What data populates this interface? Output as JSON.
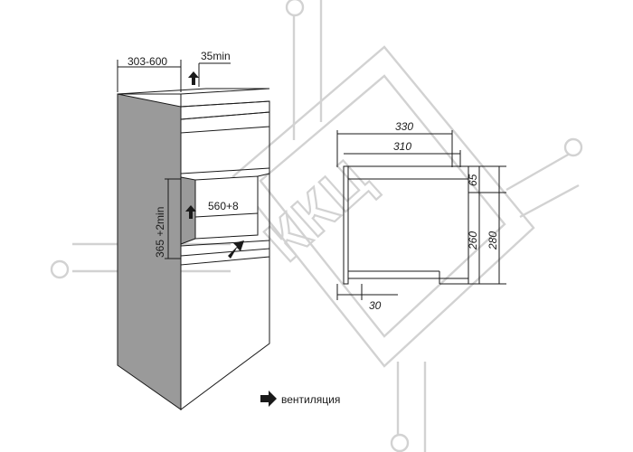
{
  "cabinet": {
    "depth_label": "303-600",
    "top_gap_label": "35min",
    "niche_width_label": "560+8",
    "niche_height_label": "365 +2min"
  },
  "side_view": {
    "overall_depth_label": "330",
    "body_depth_label": "310",
    "top_offset_label": "65",
    "body_height_label": "260",
    "overall_height_label": "280",
    "front_offset_label": "30"
  },
  "legend": {
    "icon": "arrow-right-icon",
    "label": "вентиляция"
  },
  "watermark": {
    "text": "ККЦ",
    "color": "#d2d2d2"
  },
  "colors": {
    "line": "#1a1a1a",
    "panel_gray": "#9a9a9a"
  }
}
